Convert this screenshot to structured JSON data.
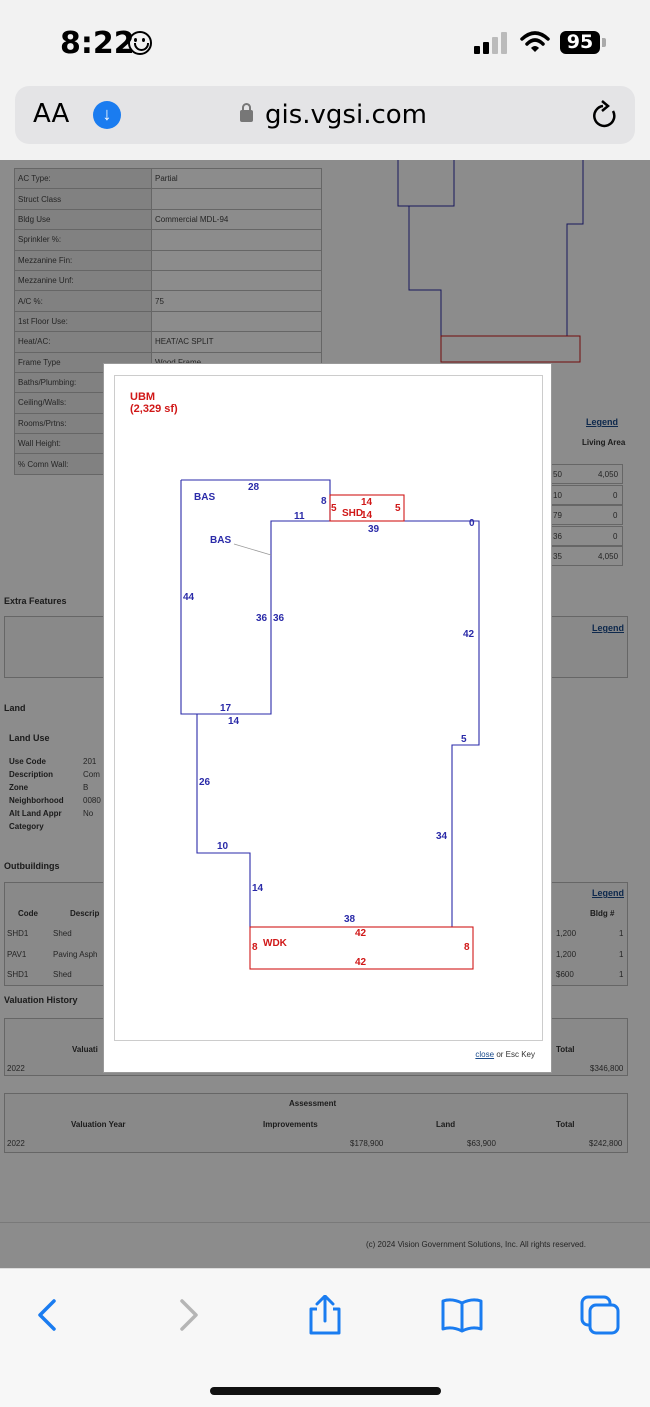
{
  "status": {
    "time": "8:22",
    "battery": "95"
  },
  "address": {
    "aa": "AA",
    "url": "gis.vgsi.com"
  },
  "attributes": [
    {
      "label": "AC Type:",
      "value": "Partial"
    },
    {
      "label": "Struct Class",
      "value": ""
    },
    {
      "label": "Bldg Use",
      "value": "Commercial MDL-94"
    },
    {
      "label": "Sprinkler %:",
      "value": ""
    },
    {
      "label": "Mezzanine Fin:",
      "value": ""
    },
    {
      "label": "Mezzanine Unf:",
      "value": ""
    },
    {
      "label": "A/C %:",
      "value": "75"
    },
    {
      "label": "1st Floor Use:",
      "value": ""
    },
    {
      "label": "Heat/AC:",
      "value": "HEAT/AC SPLIT"
    },
    {
      "label": "Frame Type",
      "value": "Wood Frame"
    },
    {
      "label": "Baths/Plumbing:",
      "value": ""
    },
    {
      "label": "Ceiling/Walls:",
      "value": ""
    },
    {
      "label": "Rooms/Prtns:",
      "value": ""
    },
    {
      "label": "Wall Height:",
      "value": ""
    },
    {
      "label": "% Comn Wall:",
      "value": ""
    }
  ],
  "legend_label": "Legend",
  "living_area": {
    "header": "Living Area",
    "values": [
      "4,050",
      "0",
      "0",
      "0",
      "4,050"
    ],
    "left_cells": [
      "50",
      "10",
      "79",
      "36",
      "35"
    ]
  },
  "extra_features": {
    "title": "Extra Features"
  },
  "land": {
    "title": "Land",
    "sub_title": "Land Use",
    "rows": [
      {
        "label": "Use Code",
        "value": "201"
      },
      {
        "label": "Description",
        "value": "Com"
      },
      {
        "label": "Zone",
        "value": "B"
      },
      {
        "label": "Neighborhood",
        "value": "0080"
      },
      {
        "label": "Alt Land Appr",
        "value": "No"
      },
      {
        "label": "Category",
        "value": ""
      }
    ]
  },
  "outbuildings": {
    "title": "Outbuildings",
    "headers": [
      "Code",
      "Descrip",
      "Bldg #"
    ],
    "rows": [
      {
        "code": "SHD1",
        "desc": "Shed",
        "value": "1,200",
        "bldg": "1"
      },
      {
        "code": "PAV1",
        "desc": "Paving Asph",
        "value": "1,200",
        "bldg": "1"
      },
      {
        "code": "SHD1",
        "desc": "Shed",
        "value": "$600",
        "bldg": "1"
      }
    ]
  },
  "valuation_history": {
    "title": "Valuation History",
    "header_left": "Valuati",
    "header_total": "Total",
    "row_year": "2022",
    "row_total": "$346,800"
  },
  "assessment": {
    "title": "Assessment",
    "headers": [
      "Valuation Year",
      "Improvements",
      "Land",
      "Total"
    ],
    "row": [
      "2022",
      "$178,900",
      "$63,900",
      "$242,800"
    ]
  },
  "footer": "(c) 2024 Vision Government Solutions, Inc. All rights reserved.",
  "sketch": {
    "title": "UBM",
    "area": "(2,329 sf)",
    "labels": {
      "bas1": "BAS",
      "bas2": "BAS",
      "shd": "SHD",
      "wdk": "WDK",
      "d28": "28",
      "d8a": "8",
      "d11": "11",
      "d5a": "5",
      "d14a": "14",
      "d14b": "14",
      "d5b": "5",
      "d39": "39",
      "d0": "0",
      "d44": "44",
      "d36a": "36",
      "d36b": "36",
      "d42a": "42",
      "d17": "17",
      "d14c": "14",
      "d5c": "5",
      "d26": "26",
      "d34": "34",
      "d10": "10",
      "d14d": "14",
      "d38": "38",
      "d42b": "42",
      "d8b": "8",
      "d8c": "8",
      "d42c": "42"
    },
    "colors": {
      "bas": "#2a2aa8",
      "shd": "#d01818"
    }
  },
  "modal": {
    "close": "close",
    "or_esc": "or Esc Key"
  }
}
